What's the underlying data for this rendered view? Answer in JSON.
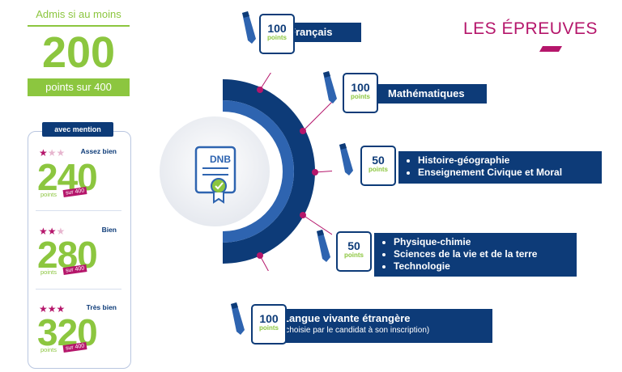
{
  "left_panel": {
    "title": "Admis si au moins",
    "big_score": "200",
    "subtitle": "points sur 400",
    "mention_label": "avec mention",
    "mentions": [
      {
        "name": "Assez bien",
        "stars_on": 1,
        "score": "240",
        "points": "points",
        "sur": "sur 400"
      },
      {
        "name": "Bien",
        "stars_on": 2,
        "score": "280",
        "points": "points",
        "sur": "sur 400"
      },
      {
        "name": "Très bien",
        "stars_on": 3,
        "score": "320",
        "points": "points",
        "sur": "sur 400"
      }
    ]
  },
  "center": {
    "badge": "DNB"
  },
  "header": {
    "title": "LES ÉPREUVES"
  },
  "epreuves": [
    {
      "points": "100",
      "unit": "points",
      "items": [
        "Français"
      ]
    },
    {
      "points": "100",
      "unit": "points",
      "items": [
        "Mathématiques"
      ]
    },
    {
      "points": "50",
      "unit": "points",
      "items": [
        "Histoire-géographie",
        "Enseignement Civique et Moral"
      ]
    },
    {
      "points": "50",
      "unit": "points",
      "items": [
        "Physique-chimie",
        "Sciences de la vie et de la terre",
        "Technologie"
      ]
    },
    {
      "points": "100",
      "unit": "points",
      "items": [
        "Langue vivante étrangère"
      ],
      "note": "(choisie par le candidat à son inscription)"
    }
  ],
  "colors": {
    "green": "#8cc63f",
    "navy": "#0d3b78",
    "magenta": "#b5166b",
    "blue": "#2e64b0"
  }
}
